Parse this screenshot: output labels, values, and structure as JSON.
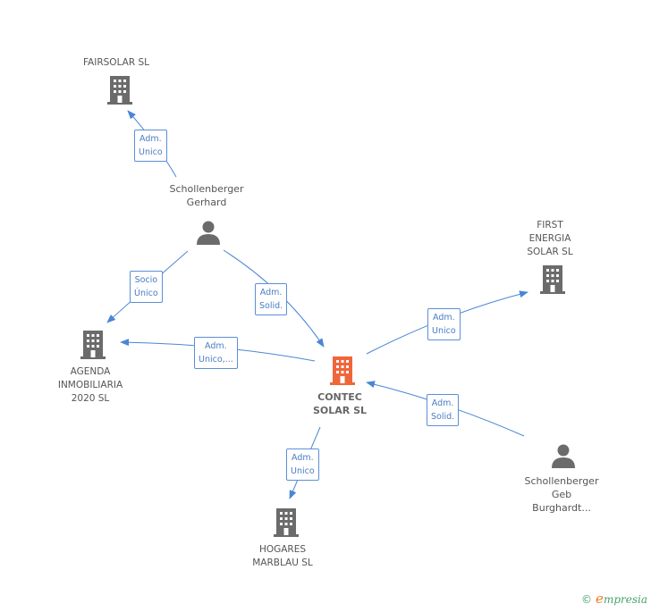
{
  "nodes": {
    "fairsolar": "FAIRSOLAR SL",
    "gerhard": [
      "Schollenberger",
      "Gerhard"
    ],
    "first_energia": [
      "FIRST",
      "ENERGIA",
      "SOLAR SL"
    ],
    "agenda": [
      "AGENDA",
      "INMOBILIARIA",
      "2020  SL"
    ],
    "contec": [
      "CONTEC",
      "SOLAR SL"
    ],
    "hogares": [
      "HOGARES",
      "MARBLAU SL"
    ],
    "geb": [
      "Schollenberger",
      "Geb",
      "Burghardt..."
    ]
  },
  "edges": {
    "gerhard_fairsolar": [
      "Adm.",
      "Unico"
    ],
    "gerhard_agenda": [
      "Socio",
      "Único"
    ],
    "gerhard_contec": [
      "Adm.",
      "Solid."
    ],
    "contec_agenda": [
      "Adm.",
      "Unico,..."
    ],
    "contec_first": [
      "Adm.",
      "Unico"
    ],
    "geb_contec": [
      "Adm.",
      "Solid."
    ],
    "contec_hogares": [
      "Adm.",
      "Unico"
    ]
  },
  "footer": {
    "copyright": "©",
    "brand_e": "e",
    "brand_rest": "mpresia"
  },
  "colors": {
    "main_building": "#f0663a",
    "building": "#6b6b6b",
    "person": "#6b6b6b",
    "edge": "#4a86d4"
  }
}
